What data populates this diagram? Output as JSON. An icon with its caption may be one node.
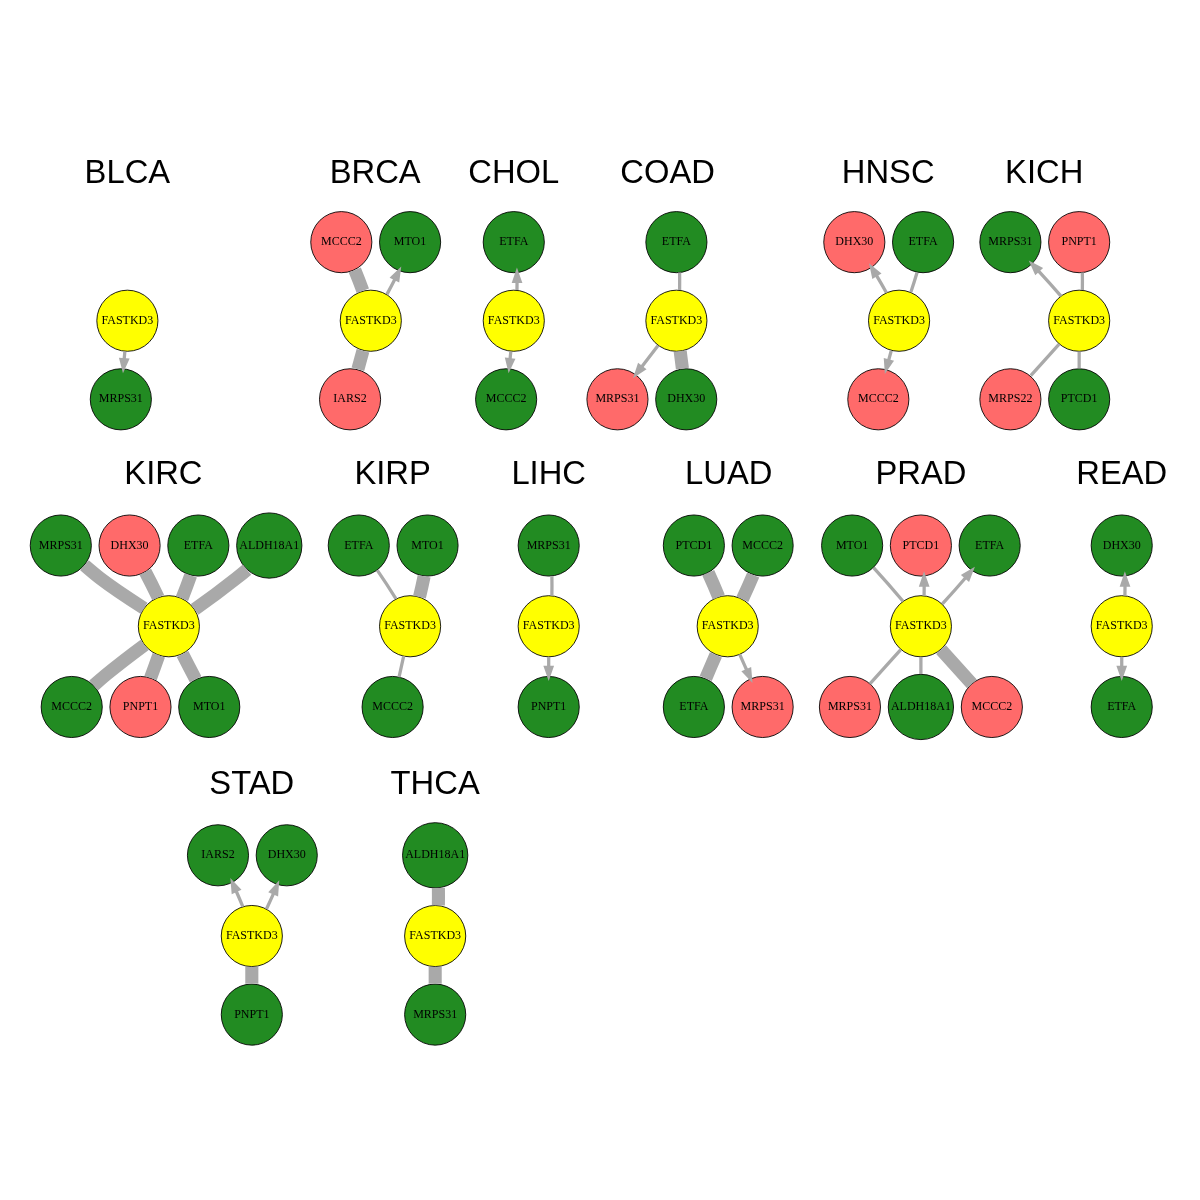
{
  "diagram": {
    "nodes": [
      {
        "text": [
          "FASTKD3"
        ]
      },
      {
        "text": [
          "MRPS31"
        ]
      },
      {
        "text": [
          "MCCC2"
        ]
      },
      {
        "text": [
          "MTO1"
        ]
      },
      {
        "text": [
          "FASTKD3"
        ]
      },
      {
        "text": [
          "IARS2"
        ]
      },
      {
        "text": [
          "ETFA"
        ]
      },
      {
        "text": [
          "FASTKD3"
        ]
      },
      {
        "text": [
          "MCCC2"
        ]
      },
      {
        "text": [
          "ETFA"
        ]
      },
      {
        "text": [
          "FASTKD3"
        ]
      },
      {
        "text": [
          "MRPS31"
        ]
      },
      {
        "text": [
          "DHX30"
        ]
      },
      {
        "text": [
          "DHX30"
        ]
      },
      {
        "text": [
          "ETFA"
        ]
      },
      {
        "text": [
          "FASTKD3"
        ]
      },
      {
        "text": [
          "MCCC2"
        ]
      },
      {
        "text": [
          "MRPS31"
        ]
      },
      {
        "text": [
          "PNPT1"
        ]
      },
      {
        "text": [
          "FASTKD3"
        ]
      },
      {
        "text": [
          "MRPS22"
        ]
      },
      {
        "text": [
          "PTCD1"
        ]
      },
      {
        "text": [
          "MRPS31"
        ]
      },
      {
        "text": [
          "DHX30"
        ]
      },
      {
        "text": [
          "ETFA"
        ]
      },
      {
        "text": [
          "ALDH18A1"
        ]
      },
      {
        "text": [
          "FASTKD3"
        ]
      },
      {
        "text": [
          "MCCC2"
        ]
      },
      {
        "text": [
          "PNPT1"
        ]
      },
      {
        "text": [
          "MTO1"
        ]
      },
      {
        "text": [
          "ETFA"
        ]
      },
      {
        "text": [
          "MTO1"
        ]
      },
      {
        "text": [
          "FASTKD3"
        ]
      },
      {
        "text": [
          "MCCC2"
        ]
      },
      {
        "text": [
          "MRPS31"
        ]
      },
      {
        "text": [
          "FASTKD3"
        ]
      },
      {
        "text": [
          "PNPT1"
        ]
      },
      {
        "text": [
          "PTCD1"
        ]
      },
      {
        "text": [
          "MCCC2"
        ]
      },
      {
        "text": [
          "FASTKD3"
        ]
      },
      {
        "text": [
          "ETFA"
        ]
      },
      {
        "text": [
          "MRPS31"
        ]
      },
      {
        "text": [
          "MTO1"
        ]
      },
      {
        "text": [
          "PTCD1"
        ]
      },
      {
        "text": [
          "ETFA"
        ]
      },
      {
        "text": [
          "FASTKD3"
        ]
      },
      {
        "text": [
          "MRPS31"
        ]
      },
      {
        "text": [
          "ALDH18A1"
        ]
      },
      {
        "text": [
          "MCCC2"
        ]
      },
      {
        "text": [
          "DHX30"
        ]
      },
      {
        "text": [
          "FASTKD3"
        ]
      },
      {
        "text": [
          "ETFA"
        ]
      },
      {
        "text": [
          "IARS2"
        ]
      },
      {
        "text": [
          "DHX30"
        ]
      },
      {
        "text": [
          "FASTKD3"
        ]
      },
      {
        "text": [
          "PNPT1"
        ]
      },
      {
        "text": [
          "ALDH18A1"
        ]
      },
      {
        "text": [
          "FASTKD3"
        ]
      },
      {
        "text": [
          "MRPS31"
        ]
      }
    ],
    "edges": [
      {
        "from": 0,
        "to": 1,
        "arrow": "to"
      },
      {
        "from": 4,
        "to": 2,
        "arrow": "none",
        "style": "thick"
      },
      {
        "from": 4,
        "to": 3,
        "arrow": "to"
      },
      {
        "from": 4,
        "to": 5,
        "arrow": "none",
        "style": "thick"
      },
      {
        "from": 7,
        "to": 6,
        "arrow": "to"
      },
      {
        "from": 7,
        "to": 8,
        "arrow": "to"
      },
      {
        "from": 10,
        "to": 9,
        "arrow": "none"
      },
      {
        "from": 10,
        "to": 11,
        "arrow": "to"
      },
      {
        "from": 10,
        "to": 12,
        "arrow": "none",
        "style": "thick"
      },
      {
        "from": 15,
        "to": 13,
        "arrow": "to"
      },
      {
        "from": 15,
        "to": 14,
        "arrow": "none"
      },
      {
        "from": 15,
        "to": 16,
        "arrow": "to"
      },
      {
        "from": 19,
        "to": 17,
        "arrow": "to"
      },
      {
        "from": 19,
        "to": 18,
        "arrow": "none"
      },
      {
        "from": 19,
        "to": 20,
        "arrow": "none"
      },
      {
        "from": 19,
        "to": 21,
        "arrow": "none"
      },
      {
        "from": 26,
        "to": 22,
        "arrow": "none",
        "style": "thick"
      },
      {
        "from": 26,
        "to": 23,
        "arrow": "none",
        "style": "thick"
      },
      {
        "from": 26,
        "to": 24,
        "arrow": "none",
        "style": "thick"
      },
      {
        "from": 26,
        "to": 25,
        "arrow": "none",
        "style": "thick"
      },
      {
        "from": 26,
        "to": 27,
        "arrow": "none",
        "style": "thick"
      },
      {
        "from": 26,
        "to": 28,
        "arrow": "none",
        "style": "thick"
      },
      {
        "from": 26,
        "to": 29,
        "arrow": "none",
        "style": "thick"
      },
      {
        "from": 32,
        "to": 30,
        "arrow": "none"
      },
      {
        "from": 32,
        "to": 31,
        "arrow": "none",
        "style": "thick"
      },
      {
        "from": 32,
        "to": 33,
        "arrow": "none"
      },
      {
        "from": 35,
        "to": 34,
        "arrow": "none"
      },
      {
        "from": 35,
        "to": 36,
        "arrow": "to"
      },
      {
        "from": 39,
        "to": 37,
        "arrow": "none",
        "style": "thick"
      },
      {
        "from": 39,
        "to": 38,
        "arrow": "none",
        "style": "thick"
      },
      {
        "from": 39,
        "to": 40,
        "arrow": "none",
        "style": "thick"
      },
      {
        "from": 39,
        "to": 41,
        "arrow": "to"
      },
      {
        "from": 45,
        "to": 42,
        "arrow": "none"
      },
      {
        "from": 45,
        "to": 43,
        "arrow": "to"
      },
      {
        "from": 45,
        "to": 44,
        "arrow": "to"
      },
      {
        "from": 45,
        "to": 46,
        "arrow": "none"
      },
      {
        "from": 45,
        "to": 47,
        "arrow": "none"
      },
      {
        "from": 45,
        "to": 48,
        "arrow": "none",
        "style": "thick"
      },
      {
        "from": 50,
        "to": 49,
        "arrow": "to"
      },
      {
        "from": 50,
        "to": 51,
        "arrow": "to"
      },
      {
        "from": 54,
        "to": 52,
        "arrow": "to"
      },
      {
        "from": 54,
        "to": 53,
        "arrow": "to"
      },
      {
        "from": 54,
        "to": 55,
        "arrow": "none",
        "style": "thick"
      },
      {
        "from": 57,
        "to": 56,
        "arrow": "none",
        "style": "thick"
      },
      {
        "from": 57,
        "to": 58,
        "arrow": "none",
        "style": "thick"
      }
    ],
    "labels": [
      "BLCA",
      "BRCA",
      "CHOL",
      "COAD",
      "HNSC",
      "KICH",
      "KIRC",
      "KIRP",
      "LIHC",
      "LUAD",
      "PRAD",
      "READ",
      "STAD",
      "THCA"
    ]
  }
}
